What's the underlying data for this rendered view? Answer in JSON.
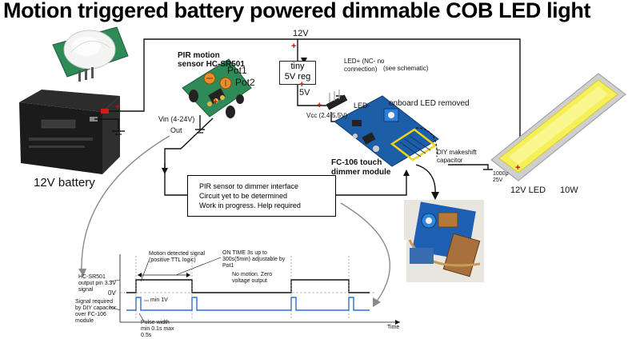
{
  "title": "Motion triggered battery powered dimmable COB LED light",
  "labels": {
    "pir_sensor": "PIR motion sensor HC-SR501",
    "pot1": "Pot1",
    "pot2": "Pot2",
    "vin": "Vin (4-24V)",
    "out": "Out",
    "battery": "12V battery",
    "supply_12v": "12V",
    "reg_line1": "tiny",
    "reg_line2": "5V reg",
    "reg_out": "5V",
    "vcc": "Vcc (2.4-5.5V)",
    "led_plus": "LED+ (NC- no connection)",
    "see_schematic": "(see schematic)",
    "led_minus": "LED-",
    "onboard_led": "onboard LED removed",
    "dimmer_module": "FC-106 touch dimmer module",
    "diy_cap": "DIY makeshift capacitor",
    "cob_led": "12V LED",
    "cob_power": "10W",
    "cap_marking": "1000μ 25V",
    "plus": "+",
    "minus": "−"
  },
  "interface_box": {
    "line1": "PIR sensor to dimmer interface",
    "line2": "Circuit yet to be determined",
    "line3": "Work in progress. Help required"
  },
  "timing": {
    "signal1_label": "HC-SR501 output pin 3.3V signal",
    "zero_v": "0V",
    "signal2_label": "Signal required by DIY capacitor over FC-106 module",
    "motion_detected": "Motion detected signal (positive TTL logic)",
    "on_time": "ON TIME 3s up to 300s(5min) adjustable by Pot1",
    "no_motion": "No motion. Zero voltage output",
    "min_1v": "min 1V",
    "pulse_width": "Pulse width min 0.1s max 0.5s",
    "time_axis": "Time"
  },
  "colors": {
    "plus_red": "#e00000",
    "wire": "#111111",
    "led_yellow": "#f5f05a",
    "pcb_blue": "#1c5ea8",
    "pcb_green": "#2e8b57",
    "highlight": "#f2d21b",
    "signal_blue": "#2a6fd6"
  }
}
